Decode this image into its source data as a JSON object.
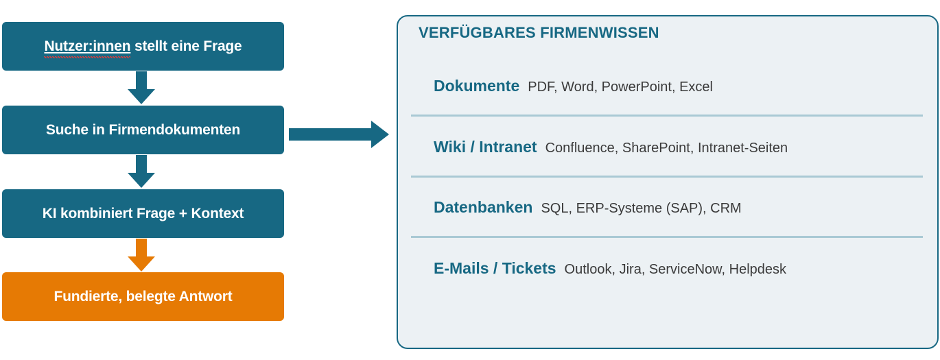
{
  "flow": {
    "steps": [
      {
        "label_prefix": "Nutzer:innen",
        "label_suffix": " stellt eine Frage",
        "color": "#176883"
      },
      {
        "label": "Suche in Firmendokumenten",
        "color": "#176883"
      },
      {
        "label": "KI kombiniert Frage + Kontext",
        "color": "#176883"
      },
      {
        "label": "Fundierte, belegte Antwort",
        "color": "#e67a04"
      }
    ],
    "arrow_colors": [
      "#176883",
      "#176883",
      "#e67a04"
    ]
  },
  "knowledge_panel": {
    "title": "VERFÜGBARES FIRMENWISSEN",
    "sources": [
      {
        "category": "Dokumente",
        "items": "PDF, Word, PowerPoint, Excel"
      },
      {
        "category": "Wiki / Intranet",
        "items": "Confluence, SharePoint, Intranet-Seiten"
      },
      {
        "category": "Datenbanken",
        "items": "SQL, ERP-Systeme (SAP), CRM"
      },
      {
        "category": "E-Mails / Tickets",
        "items": "Outlook, Jira, ServiceNow, Helpdesk"
      }
    ]
  },
  "colors": {
    "primary": "#176883",
    "accent": "#e67a04",
    "panel_bg": "#ecf1f4",
    "divider": "#a9c9d4",
    "text_secondary": "#3a3a3a"
  }
}
